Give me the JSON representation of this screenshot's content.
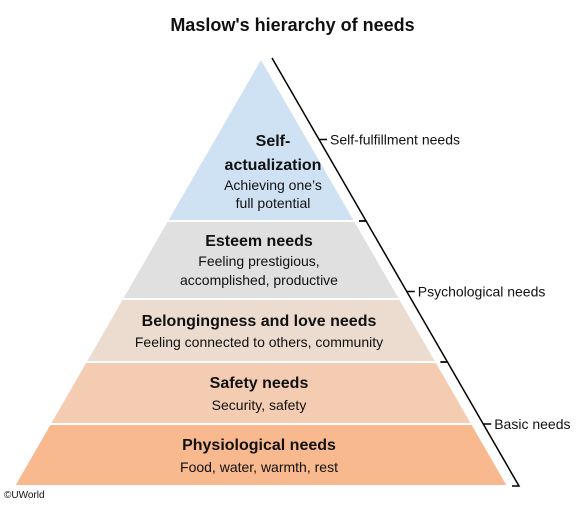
{
  "title": "Maslow's hierarchy of needs",
  "tiers": [
    {
      "name": "Self-actualization",
      "title_lines": [
        "Self-",
        "actualization"
      ],
      "desc_lines": [
        "Achieving one’s",
        "full potential"
      ],
      "color": "#cfe2f3"
    },
    {
      "name": "Esteem needs",
      "title_lines": [
        "Esteem needs"
      ],
      "desc_lines": [
        "Feeling prestigious,",
        "accomplished, productive"
      ],
      "color": "#e0e0e0"
    },
    {
      "name": "Belongingness and love needs",
      "title_lines": [
        "Belongingness and love needs"
      ],
      "desc_lines": [
        "Feeling connected to others, community"
      ],
      "color": "#ecdccf"
    },
    {
      "name": "Safety needs",
      "title_lines": [
        "Safety needs"
      ],
      "desc_lines": [
        "Security, safety"
      ],
      "color": "#f3ccb2"
    },
    {
      "name": "Physiological needs",
      "title_lines": [
        "Physiological needs"
      ],
      "desc_lines": [
        "Food, water, warmth, rest"
      ],
      "color": "#f8b98e"
    }
  ],
  "groups": [
    {
      "label": "Self-fulfillment needs"
    },
    {
      "label": "Psychological needs"
    },
    {
      "label": "Basic needs"
    }
  ],
  "copyright": "©UWorld"
}
